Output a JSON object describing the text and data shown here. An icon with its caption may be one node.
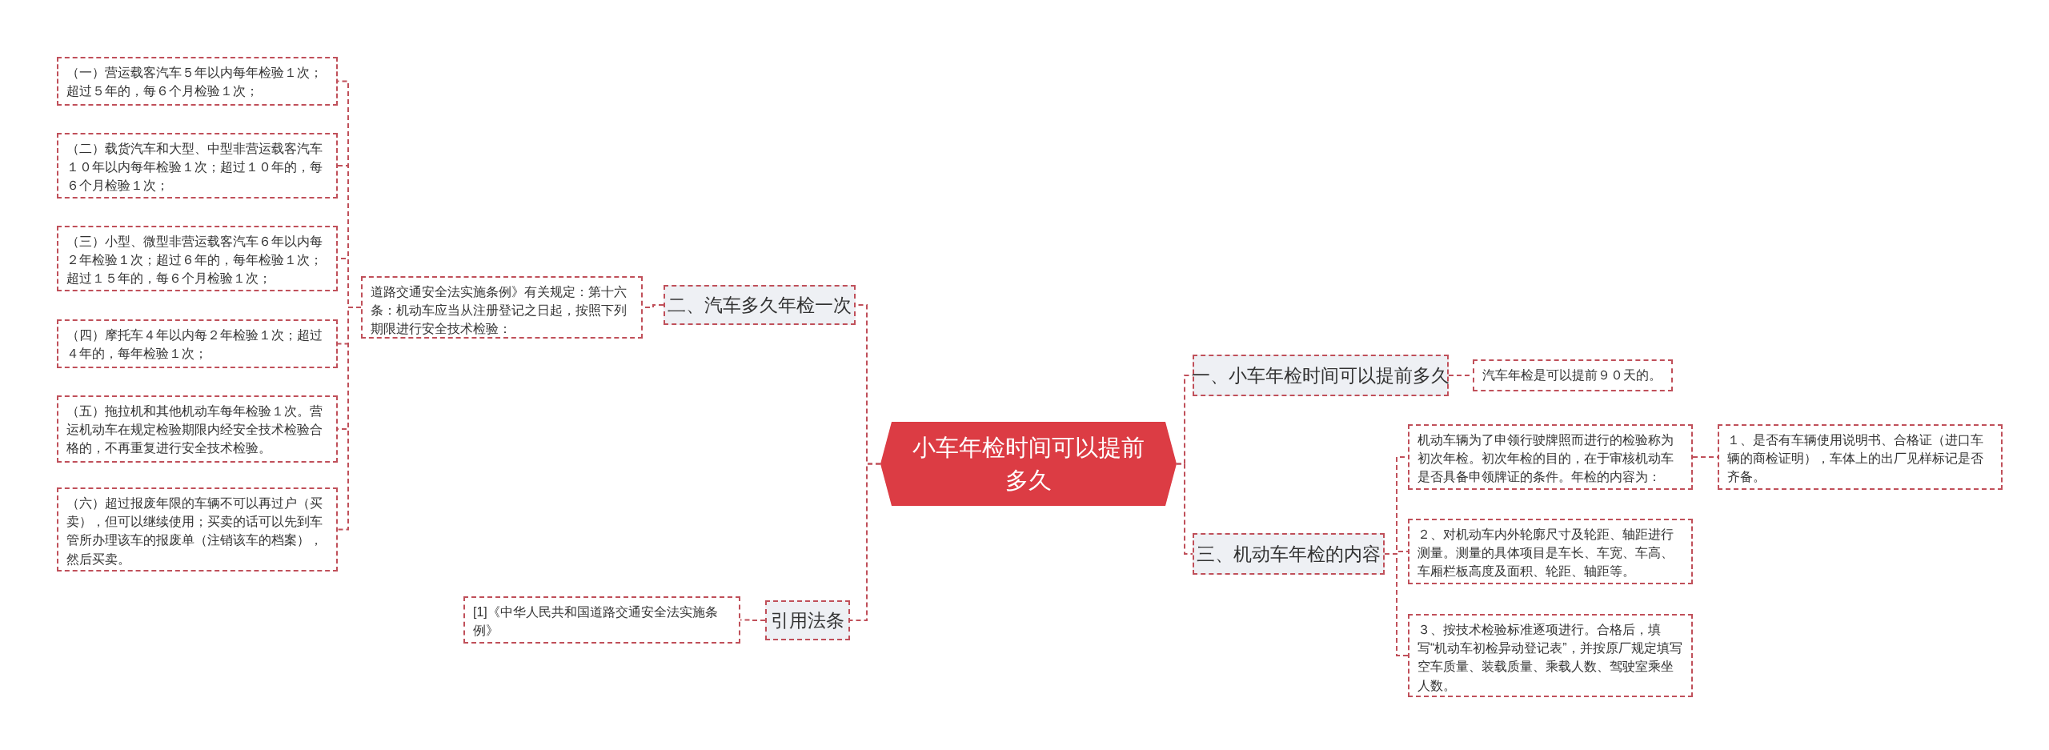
{
  "diagram": {
    "nodes": [
      {
        "text": [
          "小车年检时间可以提前多久"
        ]
      },
      {
        "text": [
          "二、汽车多久年检一次"
        ]
      },
      {
        "text": [
          "道路交通安全法实施条例》有关规定：第十六条：机动车应当从注册登记之日起，按照下列期限进行安全技术检验："
        ]
      },
      {
        "text": [
          "（一）营运载客汽车５年以内每年检验１次；超过５年的，每６个月检验１次；"
        ]
      },
      {
        "text": [
          "（二）载货汽车和大型、中型非营运载客汽车１０年以内每年检验１次；超过１０年的，每６个月检验１次；"
        ]
      },
      {
        "text": [
          "（三）小型、微型非营运载客汽车６年以内每２年检验１次；超过６年的，每年检验１次；超过１５年的，每６个月检验１次；"
        ]
      },
      {
        "text": [
          "（四）摩托车４年以内每２年检验１次；超过４年的，每年检验１次；"
        ]
      },
      {
        "text": [
          "（五）拖拉机和其他机动车每年检验１次。营运机动车在规定检验期限内经安全技术检验合格的，不再重复进行安全技术检验。"
        ]
      },
      {
        "text": [
          "（六）超过报废年限的车辆不可以再过户（买卖），但可以继续使用；买卖的话可以先到车管所办理该车的报废单（注销该车的档案），然后买卖。"
        ]
      },
      {
        "text": [
          "引用法条"
        ]
      },
      {
        "text": [
          "[1]《中华人民共和国道路交通安全法实施条例》"
        ]
      },
      {
        "text": [
          "一、小车年检时间可以提前多久"
        ]
      },
      {
        "text": [
          "汽车年检是可以提前９０天的。"
        ]
      },
      {
        "text": [
          "三、机动车年检的内容"
        ]
      },
      {
        "text": [
          "机动车辆为了申领行驶牌照而进行的检验称为初次年检。初次年检的目的，在于审核机动车是否具备申领牌证的条件。年检的内容为："
        ]
      },
      {
        "text": [
          "１、是否有车辆使用说明书、合格证（进口车辆的商检证明），车体上的出厂见样标记是否齐备。"
        ]
      },
      {
        "text": [
          "２、对机动车内外轮廓尺寸及轮距、轴距进行测量。测量的具体项目是车长、车宽、车高、车厢栏板高度及面积、轮距、轴距等。"
        ]
      },
      {
        "text": [
          "３、按技术检验标准逐项进行。合格后，填写“机动车初检异动登记表”，并按原厂规定填写空车质量、装载质量、乘载人数、驾驶室乘坐人数。"
        ]
      }
    ],
    "edges": [
      {
        "from": 0,
        "to": 1,
        "arrow": "none"
      },
      {
        "from": 1,
        "to": 2,
        "arrow": "none"
      },
      {
        "from": 2,
        "to": 3,
        "arrow": "none"
      },
      {
        "from": 2,
        "to": 4,
        "arrow": "none"
      },
      {
        "from": 2,
        "to": 5,
        "arrow": "none"
      },
      {
        "from": 2,
        "to": 6,
        "arrow": "none"
      },
      {
        "from": 2,
        "to": 7,
        "arrow": "none"
      },
      {
        "from": 2,
        "to": 8,
        "arrow": "none"
      },
      {
        "from": 0,
        "to": 9,
        "arrow": "none"
      },
      {
        "from": 9,
        "to": 10,
        "arrow": "none"
      },
      {
        "from": 0,
        "to": 11,
        "arrow": "none"
      },
      {
        "from": 11,
        "to": 12,
        "arrow": "none"
      },
      {
        "from": 0,
        "to": 13,
        "arrow": "none"
      },
      {
        "from": 13,
        "to": 14,
        "arrow": "none"
      },
      {
        "from": 14,
        "to": 15,
        "arrow": "none"
      },
      {
        "from": 13,
        "to": 16,
        "arrow": "none"
      },
      {
        "from": 13,
        "to": 17,
        "arrow": "none"
      }
    ]
  }
}
